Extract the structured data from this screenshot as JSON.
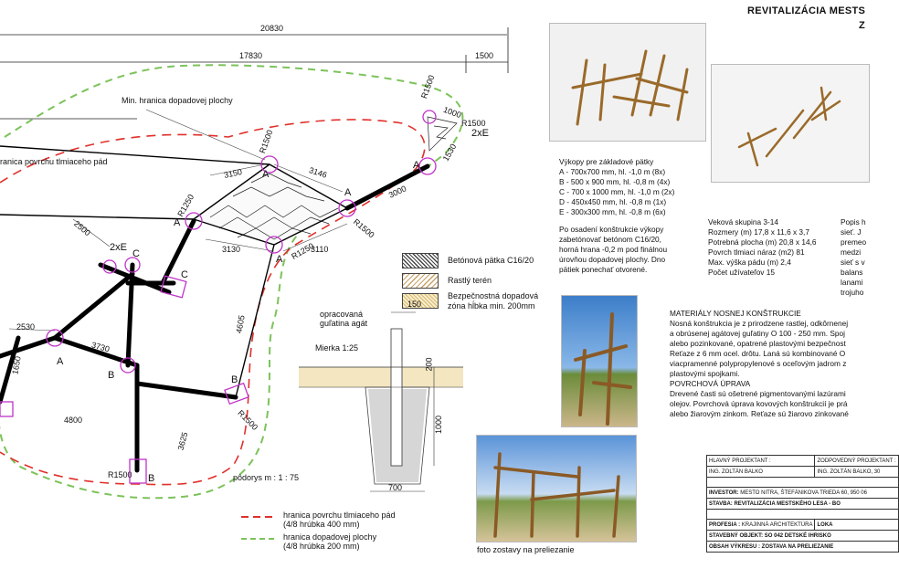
{
  "header": {
    "title": "REVITALIZÁCIA MESTS",
    "subtitle": "Z"
  },
  "plan": {
    "dim_total": "20830",
    "dim_inner": "17830",
    "dim_right": "1500",
    "impact_area_label": "Min. hranica dopadovej plochy",
    "surface_label": "ranica povrchu tlmiaceho pád",
    "dims": [
      "3150",
      "3146",
      "3130",
      "3110",
      "2530",
      "3730",
      "4605",
      "4800",
      "3625",
      "2500",
      "1650",
      "3000",
      "1530",
      "1000",
      "R1500",
      "R1500",
      "R1500",
      "R1250",
      "R1250",
      "R1500",
      "R1500",
      "R1500"
    ],
    "node_a": "A",
    "node_b": "B",
    "node_c": "C",
    "x2e": "2xE",
    "scale": "pôdorys    m : 1 : 75"
  },
  "legend": {
    "concrete": "Betónová pätka C16/20",
    "soil": "Rastlý terén",
    "safety_line1": "Bezpečnostná dopadová",
    "safety_line2": "zóna hĺbka min. 200mm",
    "red_line1": "hranica povrchu tlmiaceho pád",
    "red_line2": "(4/8 hrúbka 400 mm)",
    "green_line1": "hranica dopadovej plochy",
    "green_line2": "(4/8 hrúbka 200 mm)"
  },
  "section": {
    "label1": "opracovaná",
    "label2": "guľatina agát",
    "scale": "Mierka 1:25",
    "d150": "150",
    "d200": "200",
    "d1000": "1000",
    "d700": "700"
  },
  "excavation": {
    "heading": "Výkopy pre základové pätky",
    "lines": [
      "A - 700x700 mm, hl. -1,0 m (8x)",
      "B - 500 x 900 mm, hl. -0,8 m (4x)",
      "C - 700 x 1000 mm, hl. -1,0 m (2x)",
      "D - 450x450 mm, hl. -0,8 m (1x)",
      "E - 300x300 mm, hl. -0,8 m (6x)"
    ],
    "note": [
      "Po osadení konštrukcie výkopy",
      "zabetónovať betónom C16/20,",
      "horná hrana -0,2 m pod finálnou",
      "úrovňou dopadovej plochy. Dno",
      "pätiek ponechať otvorené."
    ]
  },
  "specs": {
    "lines": [
      "Veková skupina 3-14",
      "Rozmery (m) 17,8 x 11,6 x 3,7",
      "Potrebná plocha (m) 20,8 x 14,6",
      "Povrch tlmiaci náraz (m2) 81",
      "Max. výška pádu (m) 2,4",
      "Počet užívateľov 15"
    ],
    "side_lines": [
      "Popis h",
      "sieť. J",
      "premeo",
      "medzi",
      "sieť s v",
      "balans",
      "lanami",
      "trojuho"
    ]
  },
  "materials": {
    "heading": "MATERIÁLY NOSNEJ KONŠTRUKCIE",
    "lines": [
      "Nosná konštrukcia je z prirodzene rastlej, odkôrnenej",
      "a obrúsenej agátovej guľatiny O 100 - 250 mm. Spoj",
      "alebo pozinkované, opatrené plastovými bezpečnost",
      "Reťaze z 6 mm ocel. drôtu.  Laná sú kombinované O",
      "viacpramenné polypropylenové s oceľovým jadrom z",
      "plastovými spojkami."
    ],
    "heading2": "POVRCHOVÁ ÚPRAVA",
    "lines2": [
      "Drevené časti sú ošetrené pigmentovanými lazúrami",
      "olejov. Povrchová úprava kovových konštrukcií je prá",
      "alebo žiarovým zinkom. Reťaze sú žiarovo zinkované"
    ]
  },
  "photo_caption": "foto zostavy na preliezanie",
  "titleblock": {
    "r1a": "HLAVNÝ PROJEKTANT :",
    "r1b": "ZODPOVEDNÝ PROJEKTANT :",
    "r2a": "ING. ZOLTÁN BALKO",
    "r2b": "ING. ZOLTÁN BALKO, 30",
    "investor": "INVESTOR:",
    "investor_val": "MESTO NITRA, ŠTEFÁNIKOVA TRIEDA 60, 950 06",
    "stavba": "STAVBA:",
    "stavba_val": "REVITALIZÁCIA MESTSKÉHO LESA - BO",
    "profesia": "PROFESIA :",
    "profesia_val": "KRAJINNÁ ARCHITEKTÚRA",
    "lokal": "LOKA",
    "objekt": "STAVEBNÝ OBJEKT: SO 042 DETSKÉ IHRISKO",
    "obsah": "OBSAH VÝKRESU : ZOSTAVA NA PRELIEZANIE"
  },
  "colors": {
    "green_dash": "#7cc35a",
    "red_dash": "#e0302b",
    "magenta": "#c033c9",
    "structure": "#000000"
  }
}
